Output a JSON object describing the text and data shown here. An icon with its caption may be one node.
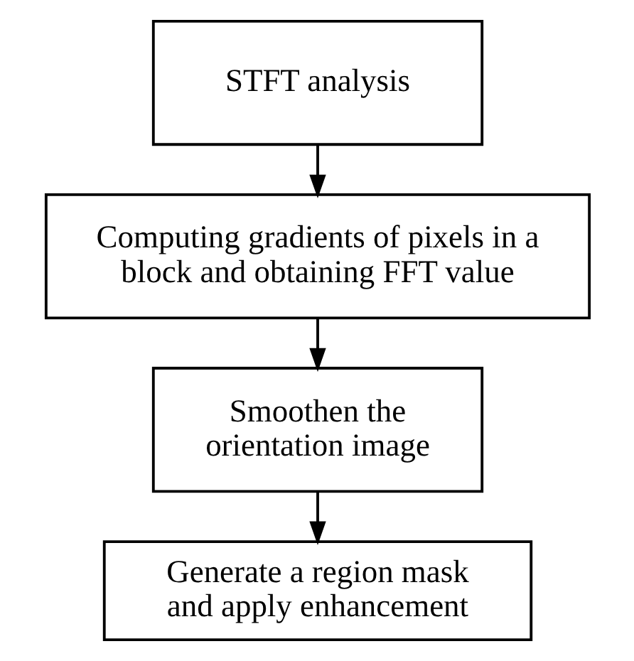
{
  "diagram": {
    "nodes": [
      {
        "text": [
          "STFT analysis"
        ]
      },
      {
        "text": [
          "Computing gradients of pixels in a block and obtaining FFT value"
        ]
      },
      {
        "text": [
          "Smoothen the orientation image"
        ]
      },
      {
        "text": [
          "Generate a region mask and apply enhancement"
        ]
      }
    ],
    "edges": [
      {
        "from": 0,
        "to": 1,
        "arrow": "to"
      },
      {
        "from": 1,
        "to": 2,
        "arrow": "to"
      },
      {
        "from": 2,
        "to": 3,
        "arrow": "to"
      }
    ]
  }
}
